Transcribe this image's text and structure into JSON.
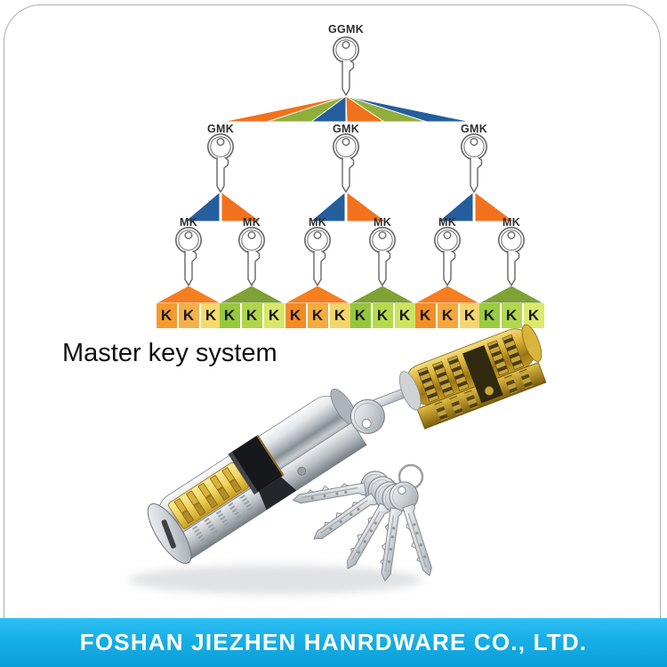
{
  "frame": {
    "border_color": "#abaeb1"
  },
  "diagram": {
    "title": "Master key system",
    "root_label": "GGMK",
    "gmk_labels": [
      "GMK",
      "GMK",
      "GMK"
    ],
    "mk_labels": [
      "MK",
      "MK",
      "MK",
      "MK",
      "MK",
      "MK"
    ],
    "k_label": "K",
    "structure": {
      "gmk_per_root": 3,
      "mk_per_gmk": 2,
      "k_per_mk": 3
    },
    "colors": {
      "blue": "#255E9D",
      "orange": "#F2711C",
      "olive": "#8FAF3A",
      "roof_orange": "#F57E1F",
      "roof_olive": "#7EA233"
    },
    "fan_colors": [
      "#F2711C",
      "#8FAF3A",
      "#255E9D",
      "#255E9D",
      "#8FAF3A",
      "#F2711C"
    ],
    "pair_left_color": "#255E9D",
    "pair_right_color": "#F2711C",
    "k_groups": [
      {
        "roof": "#F57E1F",
        "cells": [
          "#F59B2E",
          "#F4B04A",
          "#F5D96E"
        ]
      },
      {
        "roof": "#7EA233",
        "cells": [
          "#96C83D",
          "#AFD54B",
          "#D8E668"
        ]
      },
      {
        "roof": "#F57E1F",
        "cells": [
          "#F28A26",
          "#F5AC3F",
          "#F2D469"
        ]
      },
      {
        "roof": "#7EA233",
        "cells": [
          "#93C63C",
          "#B5D94D",
          "#CFE25F"
        ]
      },
      {
        "roof": "#F57E1F",
        "cells": [
          "#F28E28",
          "#F4A73E",
          "#F4D572"
        ]
      },
      {
        "roof": "#7EA233",
        "cells": [
          "#9ACB40",
          "#B0D74E",
          "#DCE96C"
        ]
      }
    ]
  },
  "photos": [
    {
      "name": "chrome-cutaway-cylinder"
    },
    {
      "name": "brass-cutaway-cylinder-with-key"
    },
    {
      "name": "key-bunch-on-ring"
    }
  ],
  "banner": {
    "text": "FOSHAN JIEZHEN HANRDWARE CO., LTD.",
    "bg_top": "#28BDF2",
    "bg_bottom": "#0C9ED8",
    "text_color": "#FFFFFF"
  }
}
